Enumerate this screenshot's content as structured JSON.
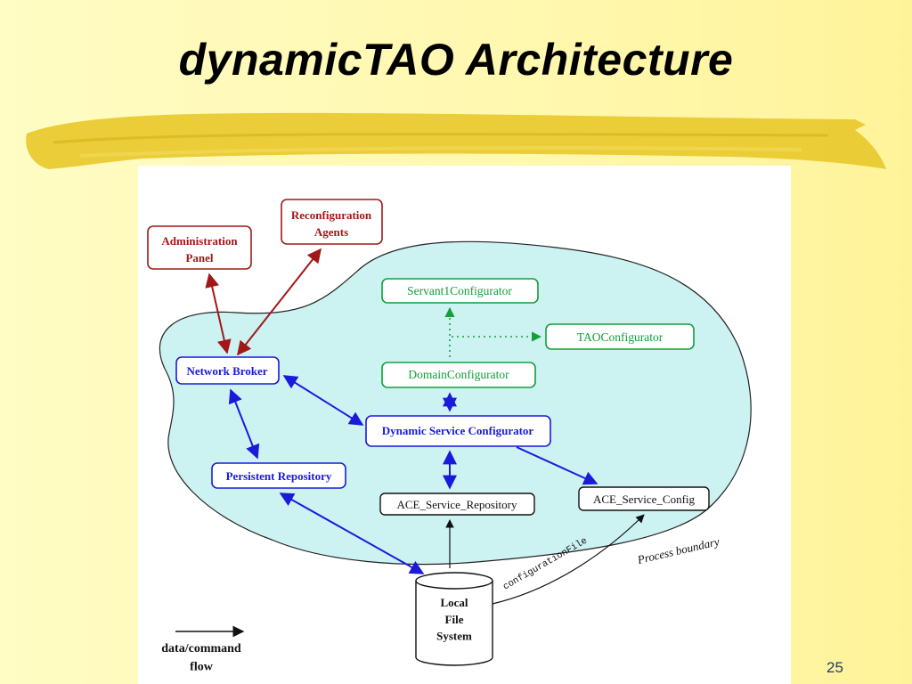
{
  "slide": {
    "title": "dynamicTAO Architecture",
    "page_number": "25"
  },
  "colors": {
    "background": "#fff8b0",
    "brush_stroke": "#e8c92e",
    "process_area": "#cdf2f2",
    "red_components": "#a01818",
    "blue_components": "#1a1adb",
    "green_components": "#11a03a",
    "black_components": "#111111"
  },
  "diagram": {
    "external_boxes": {
      "admin_panel": "Administration\nPanel",
      "reconfig_agents": "Reconfiguration\nAgents"
    },
    "blue_boxes": {
      "network_broker": "Network Broker",
      "persistent_repository": "Persistent Repository",
      "dynamic_service_configurator": "Dynamic Service Configurator"
    },
    "green_boxes": {
      "servant1_configurator": "Servant1Configurator",
      "tao_configurator": "TAOConfigurator",
      "domain_configurator": "DomainConfigurator"
    },
    "black_boxes": {
      "ace_service_repository": "ACE_Service_Repository",
      "ace_service_config": "ACE_Service_Config"
    },
    "storage": {
      "local_file_system": "Local\nFile\nSystem"
    },
    "annotations": {
      "process_boundary": "Process boundary",
      "configuration_file": "configurationFile"
    },
    "legend": {
      "label": "data/command\nflow"
    }
  }
}
